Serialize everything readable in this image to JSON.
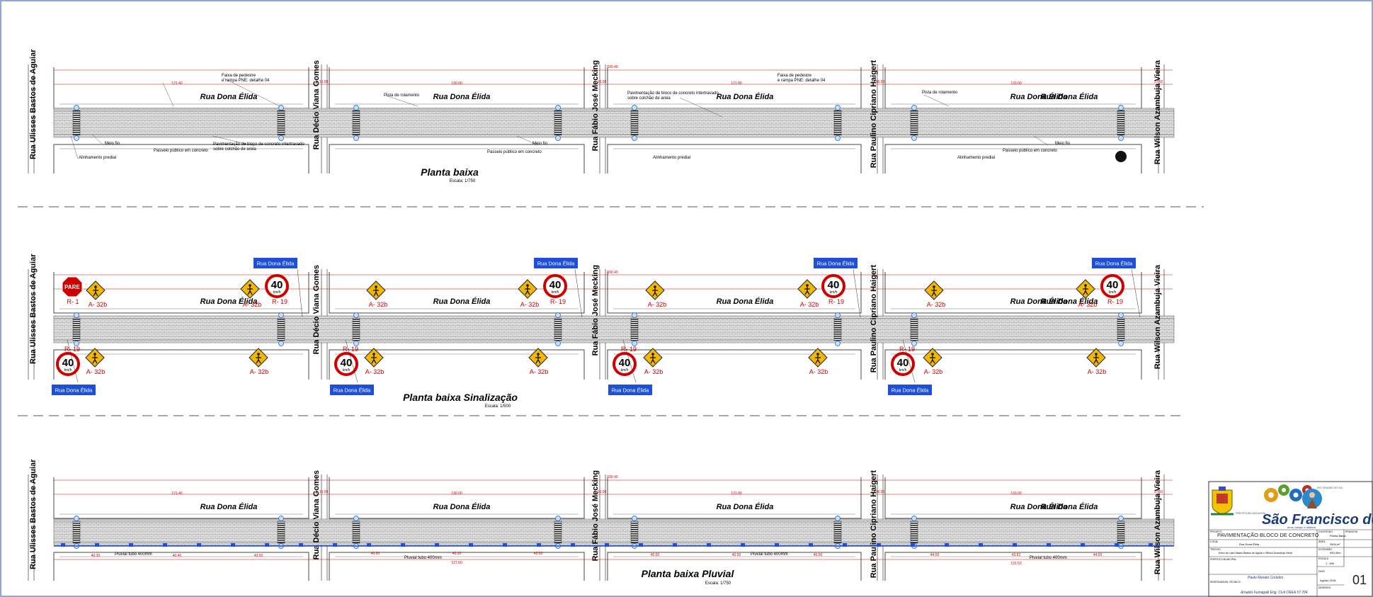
{
  "plan1": {
    "title": "Planta baixa",
    "scale": "Escala: 1/750",
    "street_names": [
      "Rua Dona Élida",
      "Rua Dona Élida",
      "Rua Dona Élida",
      "Rua Dona Élida",
      "Rua Dona Élida"
    ],
    "notes": {
      "faixa_a": "Faixa de pedestre",
      "faixa_b": "e rampa PNE: detalhe 04",
      "faixa2_a": "Faixa de pedestre",
      "faixa2_b": "e rampa PNE: detalhe 04",
      "pista1": "Pista de rolamento",
      "pista2": "Pista de rolamento",
      "pav1_a": "Pavimentação de bloco de concreto intertravado",
      "pav1_b": "sobre colchão de areia",
      "pav2_a": "Pavimentação de bloco de concreto intertravado",
      "pav2_b": "sobre colchão de areia",
      "meio_fio1": "Meio fio",
      "meio_fio2": "Meio fio",
      "meio_fio3": "Meio fio",
      "passeio1": "Passeio público em concreto",
      "passeio2": "Passeio público em concreto",
      "passeio3": "Passeio público em concreto",
      "alin1": "Alinhamento predial",
      "alin2": "Alinhamento predial",
      "alin3": "Alinhamento predial"
    },
    "dims": {
      "total": "590.40",
      "seg1": "121.40",
      "seg2": "130.00",
      "seg3": "121.80",
      "seg4": "133.00",
      "w1": "16.00",
      "w2": "16.00",
      "w3": "16.00",
      "w4": "17.50"
    }
  },
  "plan2": {
    "title": "Planta baixa Sinalização",
    "scale": "Escala: 1/500",
    "street_names": [
      "Rua Dona Élida",
      "Rua Dona Élida",
      "Rua Dona Élida",
      "Rua Dona Élida",
      "Rua Dona Élida"
    ],
    "blue_top": [
      "Rua Dona Élida",
      "Rua Dona Élida",
      "Rua Dona Élida",
      "Rua Dona Élida"
    ],
    "blue_bottom": [
      "Rua Dona Élida",
      "Rua Dona Élida",
      "Rua Dona Élida",
      "Rua Dona Élida"
    ],
    "stop_text": "PARE",
    "speed_value": "40",
    "speed_unit": "km/h",
    "codes": {
      "stop": "R- 1",
      "speed": "R- 19",
      "ped": "A- 32b"
    },
    "dim_total": "590.40"
  },
  "plan3": {
    "title": "Planta baixa Pluvial",
    "scale": "Escala: 1/750",
    "street_names": [
      "Rua Dona Élida",
      "Rua Dona Élida",
      "Rua Dona Élida",
      "Rua Dona Élida",
      "Rua Dona Élida"
    ],
    "pluvial": [
      "Pluvial tubo 400mm",
      "Pluvial tubo 400mm",
      "Pluvial tubo 400mm",
      "Pluvial tubo 400mm"
    ],
    "dims": {
      "total": "590.40",
      "seg1": "121.40",
      "seg2": "130.00",
      "seg3": "121.80",
      "seg4": "133.00",
      "w1": "16.00",
      "w2": "16.00",
      "w3": "16.00",
      "w4": "17.50",
      "p1": "40.30",
      "p2": "40.40",
      "p3": "43.00",
      "p4": "40.30",
      "p5": "40.10",
      "p6": "43.00",
      "p7": "40.00",
      "p8": "40.00",
      "p9": "40.00",
      "p10": "44.00",
      "p11": "43.62",
      "p12": "44.00",
      "b1": "127.60",
      "b2": "131.53"
    }
  },
  "cross_streets": [
    "Rua Ulisses Bastos de Aguiar",
    "Rua Décio Viana Gomes",
    "Rua Fábio José Mecking",
    "Rua Paulino Cipriano Haigert",
    "Rua Wilson Azambuja Vieira"
  ],
  "title_block": {
    "logo_text": "São Francisco de Assis",
    "logo_sub": "terra, campo e história",
    "crest_left": "PREFEITURA MUNICIPAL",
    "crest_right": "RIO GRANDE DO SUL",
    "project": "PAVIMENTAÇÃO BLOCO DE CONCRETO",
    "conteudo": "Planta Baixa",
    "local": "Rua Dona Élida",
    "trecho": "Entre as ruas Ulisses Bastos de Aguiar e Wilson Azambuja Vieira",
    "area": "3904,m²",
    "extensao": "590,40m",
    "prefeito_label": "PREFEITO MUNICIPAL:",
    "responsavel_label": "RESPONSÁVEL TÉCNICO:",
    "prefeito_name": "Paulo Renato Cortelini",
    "resp_name": "Arnaldo Fumagalli Eng. Civil CREA 57.704",
    "escala": "1 : 500",
    "data": "Agosto 2018",
    "prancha": "01",
    "label_projeto": "PROJETO",
    "label_local": "LOCAL",
    "label_trecho": "TRECHO",
    "label_conteudo": "CONTEÚDO",
    "label_area": "ÁREA",
    "label_extensao": "EXTENSÃO",
    "label_escala": "ESCALA",
    "label_data": "DATA",
    "label_prancha": "PRANCHA",
    "label_desenho": "DESENHO"
  },
  "colors": {
    "red": "#d00000",
    "blue": "#1e4fd8",
    "yellow": "#f2b705",
    "paving": "#d9d9d9"
  }
}
